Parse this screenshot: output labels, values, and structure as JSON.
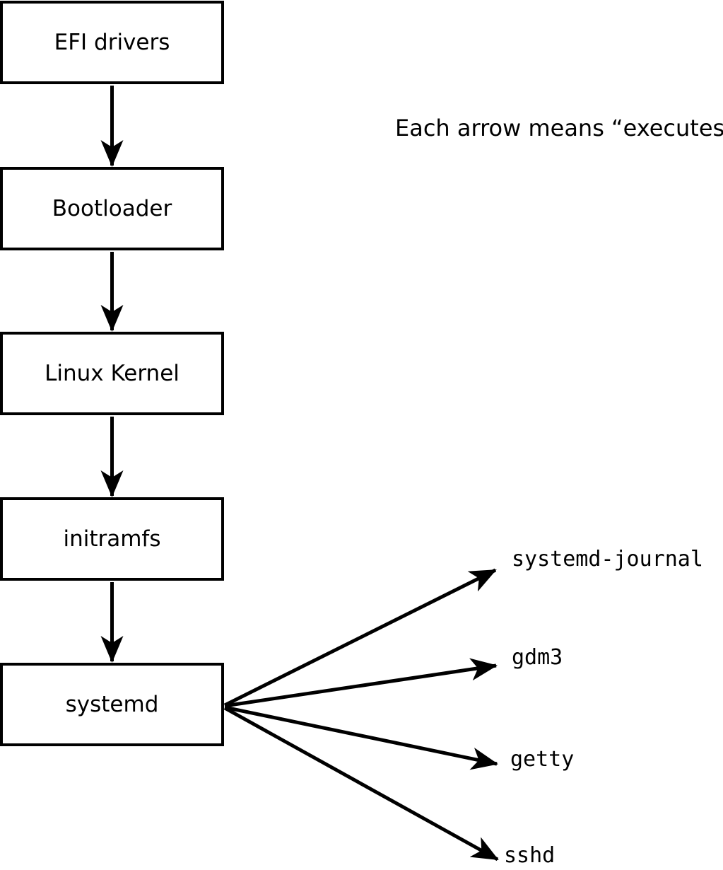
{
  "diagram": {
    "caption": "Each arrow means “executes”.",
    "arrow_meaning": "executes",
    "chain": [
      {
        "id": "efi-drivers",
        "label": "EFI drivers"
      },
      {
        "id": "bootloader",
        "label": "Bootloader"
      },
      {
        "id": "linux-kernel",
        "label": "Linux Kernel"
      },
      {
        "id": "initramfs",
        "label": "initramfs"
      },
      {
        "id": "systemd",
        "label": "systemd"
      }
    ],
    "spawned": [
      {
        "id": "systemd-journal",
        "label": "systemd-journal"
      },
      {
        "id": "gdm3",
        "label": "gdm3"
      },
      {
        "id": "getty",
        "label": "getty"
      },
      {
        "id": "sshd",
        "label": "sshd"
      }
    ],
    "colors": {
      "stroke": "#000000",
      "background": "#ffffff",
      "box_fill": "#ffffff",
      "text": "#000000"
    }
  }
}
